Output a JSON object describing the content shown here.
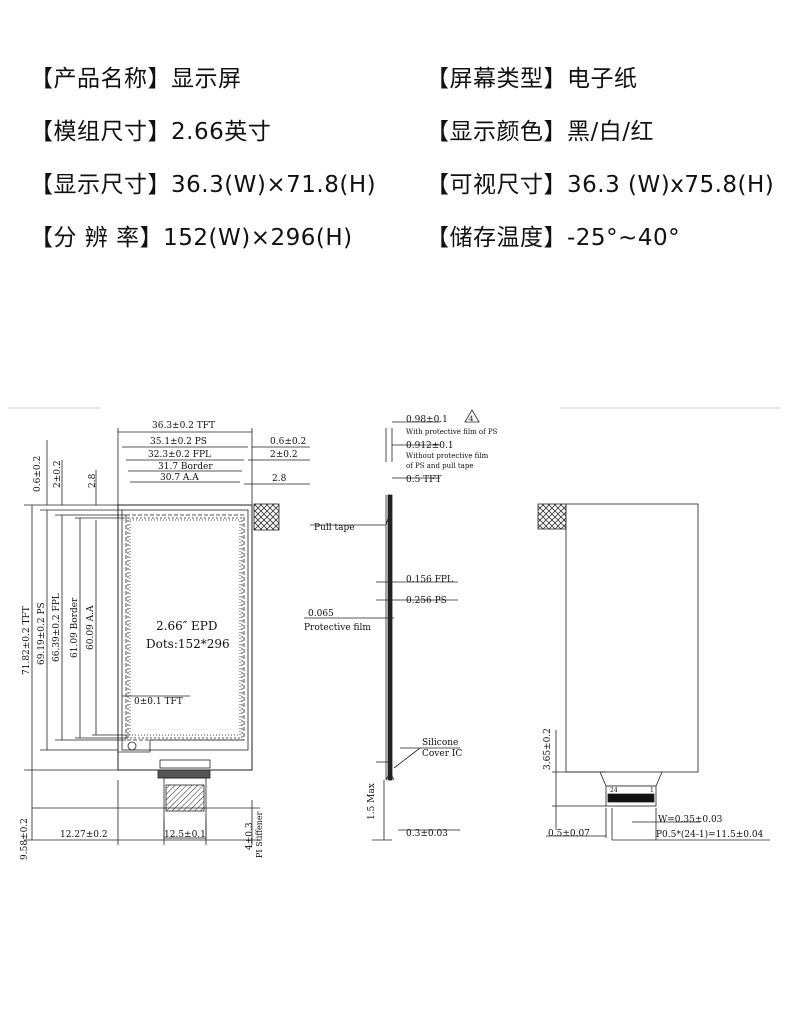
{
  "specs": [
    {
      "label": "【产品名称】",
      "value": "显示屏"
    },
    {
      "label": "【屏幕类型】",
      "value": "电子纸"
    },
    {
      "label": "【模组尺寸】",
      "value": "2.66英寸"
    },
    {
      "label": "【显示颜色】",
      "value": "黑/白/红"
    },
    {
      "label": "【显示尺寸】",
      "value": "36.3(W)×71.8(H)"
    },
    {
      "label": "【可视尺寸】",
      "value": "36.3 (W)x75.8(H)"
    },
    {
      "label": "【分 辨 率】",
      "value": "152(W)×296(H)"
    },
    {
      "label": "【储存温度】",
      "value": "-25°~40°"
    }
  ],
  "front": {
    "dim_tft_width": "36.3±0.2 TFT",
    "dim_ps_width": "35.1±0.2 PS",
    "dim_fpl_width": "32.3±0.2 FPL",
    "dim_border_width": "31.7 Border",
    "dim_aa_width": "30.7 A.A",
    "dim_right_06": "0.6±0.2",
    "dim_right_2": "2±0.2",
    "dim_right_28": "2.8",
    "dim_left_06": "0.6±0.2",
    "dim_left_2": "2±0.2",
    "dim_left_28": "2.8",
    "dim_tft_height": "71.82±0.2 TFT",
    "dim_ps_height": "69.19±0.2 PS",
    "dim_fpl_height": "66.39±0.2 FPL",
    "dim_border_height": "61.09 Border",
    "dim_aa_height": "60.09 A.A",
    "epd_name": "2.66″ EPD",
    "epd_dots": "Dots:152*296",
    "tft_offset": "0±0.1 TFT",
    "dim_bottom_height": "9.58±0.2",
    "dim_fpc_left": "12.27±0.2",
    "dim_fpc_width": "12.5±0.1",
    "dim_stiffener": "4±0.3",
    "stiffener_label": "PI Stiffener"
  },
  "side": {
    "thick_total": "0.98±0.1",
    "thick_total_note": "With protective film of PS",
    "thick_no_film": "0.912±0.1",
    "thick_no_film_note_1": "Without protective film",
    "thick_no_film_note_2": "of PS and pull tape",
    "thick_tft": "0.5 TFT",
    "pull_tape": "Pull tape",
    "thick_fpl": "0.156 FPL",
    "thick_ps": "0.256 PS",
    "film_thick": "0.065",
    "film_label": "Protective film",
    "silicone_1": "Silicone",
    "silicone_2": "Cover IC",
    "max_height": "1.5 Max",
    "fpc_thick": "0.3±0.03",
    "warn_mark": "4"
  },
  "back": {
    "dim_tail": "3.65±0.2",
    "pin_first": "24",
    "pin_last": "1",
    "dim_pin_width": "W=0.35±0.03",
    "dim_edge": "0.5±0.07",
    "dim_pitch": "P0.5*(24-1)=11.5±0.04"
  }
}
